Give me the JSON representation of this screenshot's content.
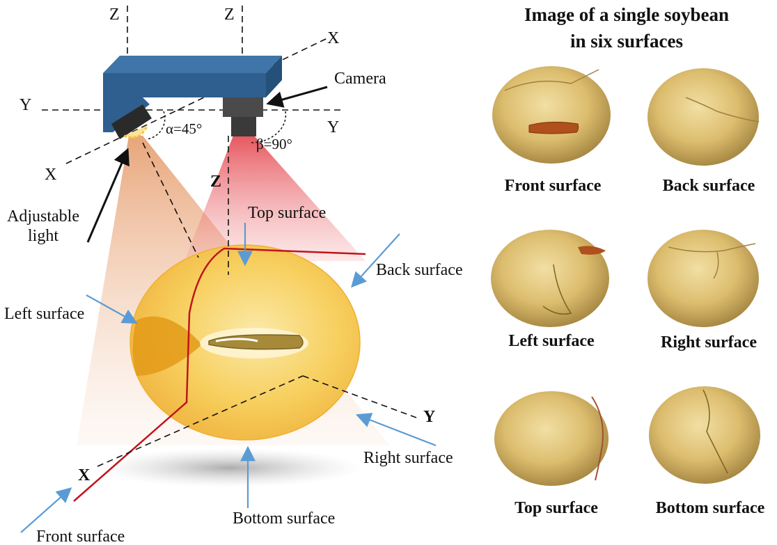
{
  "setup": {
    "axis_labels": {
      "z_left": "Z",
      "z_right": "Z",
      "x_top": "X",
      "y_left": "Y",
      "y_right": "Y",
      "x_left": "X",
      "z_bean": "Z",
      "y_bean": "Y",
      "x_bean": "X"
    },
    "angle_alpha": "α=45°",
    "angle_beta": "β=90°",
    "camera_label": "Camera",
    "light_label_line1": "Adjustable",
    "light_label_line2": "light",
    "surfaces": {
      "top": "Top surface",
      "back": "Back surface",
      "left": "Left surface",
      "right": "Right surface",
      "bottom": "Bottom surface",
      "front": "Front surface"
    }
  },
  "gallery": {
    "title_line1": "Image of a single soybean",
    "title_line2": "in six surfaces",
    "items": [
      {
        "label": "Front surface"
      },
      {
        "label": "Back surface"
      },
      {
        "label": "Left surface"
      },
      {
        "label": "Right surface"
      },
      {
        "label": "Top surface"
      },
      {
        "label": "Bottom surface"
      }
    ]
  },
  "colors": {
    "mount_front": "#2e5f8f",
    "mount_top": "#3f75a8",
    "camera_dark": "#3a3a3a",
    "bean_fill": "#f6c44a",
    "beam_red": "#e0505a",
    "beam_orange": "#e8a070",
    "red_line": "#c0141c",
    "arrow_blue": "#5b9bd5",
    "soybean_base": "#d9b566"
  }
}
